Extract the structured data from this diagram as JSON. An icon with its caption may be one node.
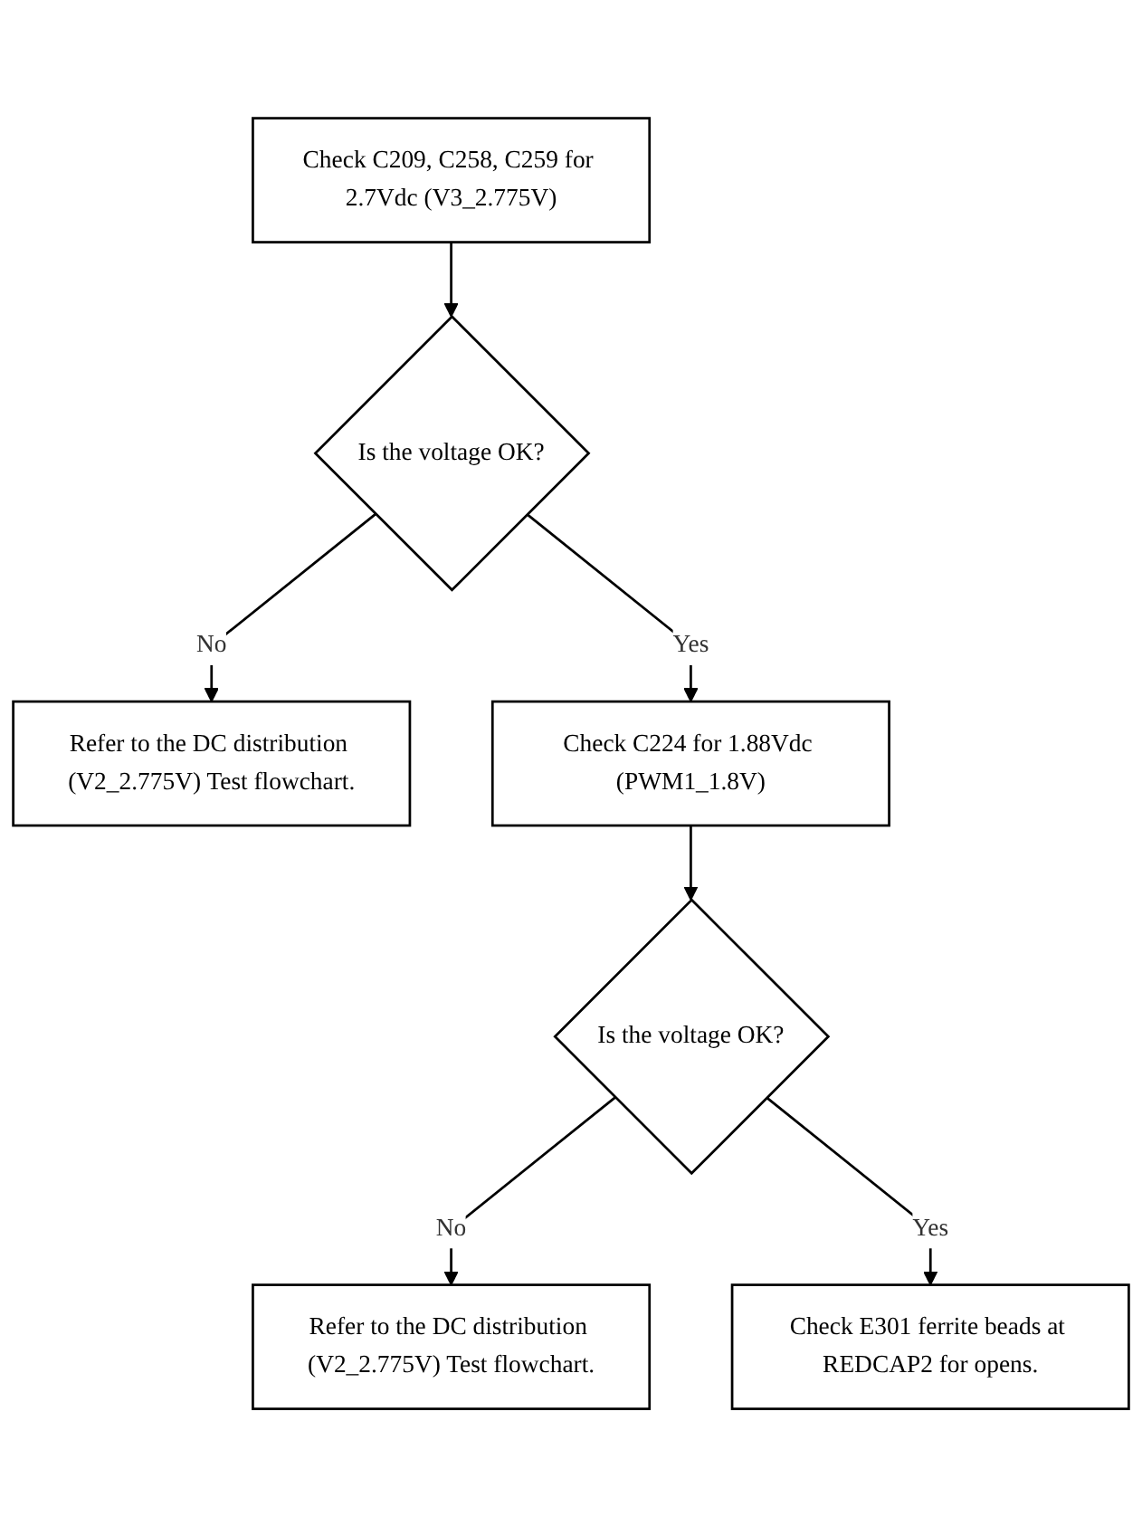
{
  "diagram": {
    "nodes": [
      {
        "text": [
          "Check C209, C258, C259 for 2.7Vdc (V3_2.775V)"
        ]
      },
      {
        "text": [
          "Is the voltage OK?"
        ]
      },
      {
        "text": [
          "Refer to the DC distribution (V2_2.775V) Test flowchart."
        ]
      },
      {
        "text": [
          "Check C224 for 1.88Vdc (PWM1_1.8V)"
        ]
      },
      {
        "text": [
          "Is the voltage OK?"
        ]
      },
      {
        "text": [
          "Refer to the DC distribution (V2_2.775V) Test flowchart."
        ]
      },
      {
        "text": [
          "Check E301 ferrite beads at REDCAP2 for opens."
        ]
      }
    ],
    "edges": [
      {
        "from": 0,
        "to": 1,
        "arrow": "to"
      },
      {
        "from": 1,
        "to": 2,
        "label": "No",
        "arrow": "to"
      },
      {
        "from": 1,
        "to": 3,
        "label": "Yes",
        "arrow": "to"
      },
      {
        "from": 3,
        "to": 4,
        "arrow": "to"
      },
      {
        "from": 4,
        "to": 5,
        "label": "No",
        "arrow": "to"
      },
      {
        "from": 4,
        "to": 6,
        "label": "Yes",
        "arrow": "to"
      }
    ]
  }
}
